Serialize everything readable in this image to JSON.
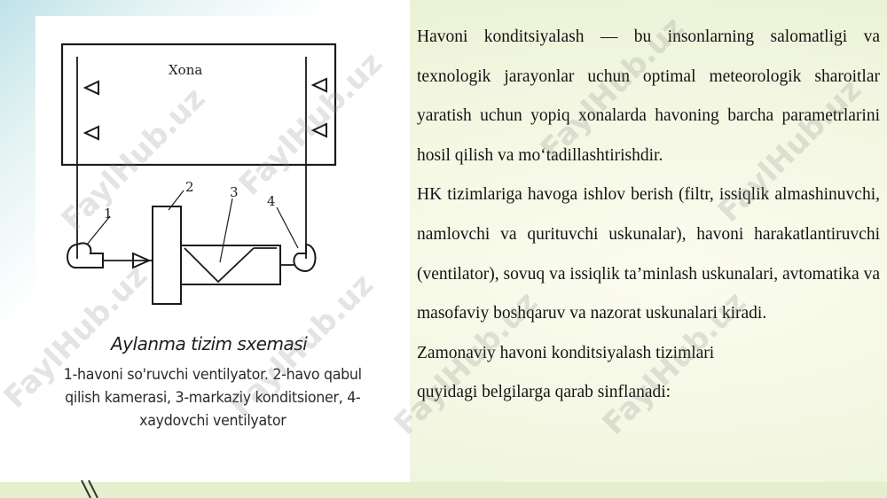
{
  "diagram": {
    "room_label": "Xona",
    "component_numbers": [
      "1",
      "2",
      "3",
      "4"
    ],
    "caption_title": "Aylanma tizim sxemasi",
    "caption_text": "1-havoni so'ruvchi ventilyator. 2-havo qabul qilish kamerasi, 3-markaziy konditsioner, 4-xaydovchi ventilyator"
  },
  "content": {
    "paragraph_1": "Havoni konditsiyalash — bu insonlarning salomatligi va texnologik jarayonlar uchun optimal meteorologik sharoitlar yaratish uchun yopiq xonalarda havoning barcha parametrlarini hosil qilish va mo‘tadillashtirishdir.",
    "paragraph_2": "HK tizimlariga havoga ishlov berish (filtr, issiqlik almashinuvchi, namlovchi va qurituvchi uskunalar), havoni harakatlantiruvchi (ventilator), sovuq va issiqlik ta’minlash uskunalari, avtomatika va masofaviy boshqaruv va nazorat uskunalari kiradi.",
    "paragraph_3_line_1": "Zamonaviy havoni konditsiyalash tizimlari",
    "paragraph_3_line_2": "quyidagi belgilarga qarab sinflanadi:"
  },
  "watermark": {
    "text": "FaylHub.uz"
  }
}
